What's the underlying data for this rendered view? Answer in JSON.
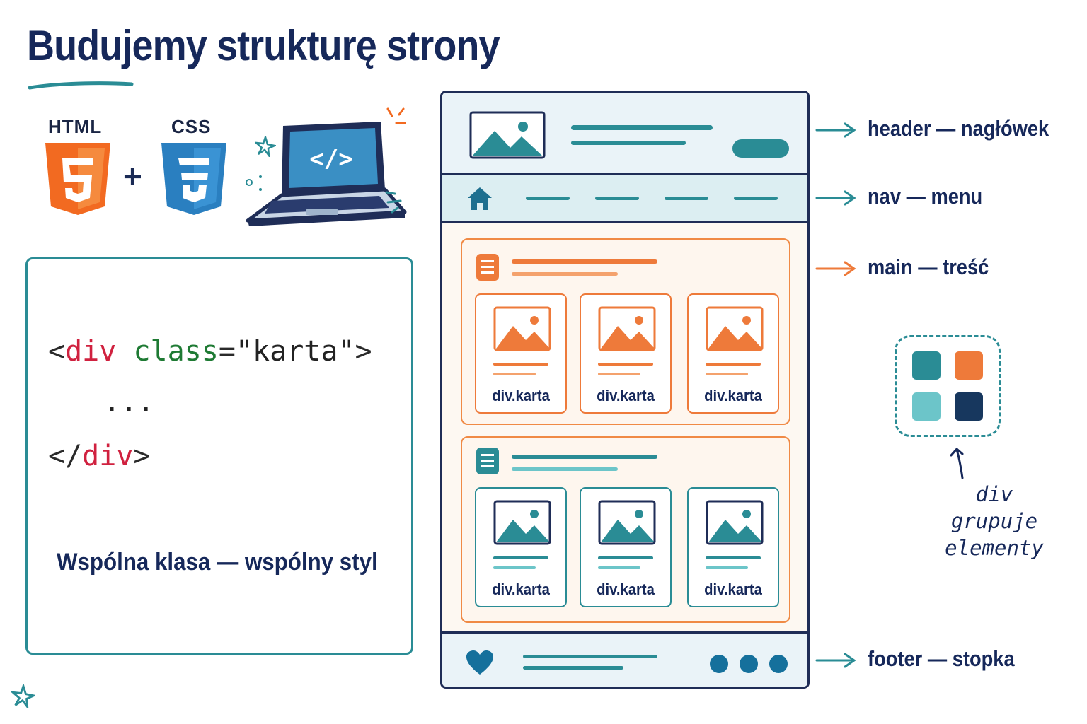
{
  "title": "Budujemy strukturę strony",
  "colors": {
    "navy": "#16285a",
    "teal": "#2a8c95",
    "orange": "#ee7a3a",
    "html_orange": "#f26a21",
    "css_blue": "#2a7fc0",
    "light_teal": "#6cc5c9",
    "dark_navy": "#17375e"
  },
  "tech": {
    "html_label": "HTML",
    "html_icon": "html5-shield-icon",
    "plus": "+",
    "css_label": "CSS",
    "css_icon": "css3-shield-icon",
    "laptop_icon": "laptop-code-icon",
    "laptop_code": "</>"
  },
  "code": {
    "line1": {
      "open": "<",
      "tag": "div",
      "attr": "class",
      "eq": "=",
      "val": "\"karta\"",
      "close": ">"
    },
    "line2": "...",
    "line3": {
      "open": "</",
      "tag": "div",
      "close": ">"
    },
    "caption": "Wspólna klasa — wspólny styl"
  },
  "layout_mock": {
    "header_icon": "image-icon",
    "nav_icon": "home-icon",
    "footer_icon": "heart-icon",
    "section1_icon": "document-icon",
    "section2_icon": "document-icon",
    "card_icon": "image-icon",
    "cards_row1": [
      "div.karta",
      "div.karta",
      "div.karta"
    ],
    "cards_row2": [
      "div.karta",
      "div.karta",
      "div.karta"
    ]
  },
  "labels": {
    "header": "header — nagłówek",
    "nav": "nav — menu",
    "main": "main — treść",
    "footer": "footer — stopka"
  },
  "group": {
    "line1": "div grupuje",
    "line2": "elementy"
  }
}
